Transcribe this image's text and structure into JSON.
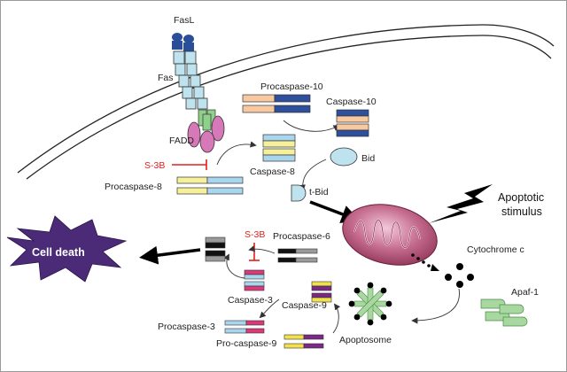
{
  "labels": {
    "fasl": "FasL",
    "fas": "Fas",
    "fadd": "FADD",
    "s3b_top": "S-3B",
    "procaspase8": "Procaspase-8",
    "procaspase10": "Procaspase-10",
    "caspase10": "Caspase-10",
    "caspase8": "Caspase-8",
    "bid": "Bid",
    "tbid": "t-Bid",
    "apoptotic_stimulus_line1": "Apoptotic",
    "apoptotic_stimulus_line2": "stimulus",
    "cell_death": "Cell death",
    "s3b_bottom": "S-3B",
    "procaspase6": "Procaspase-6",
    "cytochrome_c": "Cytochrome c",
    "apaf1": "Apaf-1",
    "caspase3": "Caspase-3",
    "caspase9": "Caspase-9",
    "procaspase3": "Procaspase-3",
    "procaspase9": "Pro-caspase-9",
    "apoptosome": "Apoptosome"
  },
  "colors": {
    "fas_receptor": "#bfe3ee",
    "fasl_ligand": "#2a4f98",
    "fadd": "#d778b8",
    "fadd_receptor_domain": "#8fd08a",
    "caspase10_light": "#f8c9a0",
    "caspase10_dark": "#2e4f9c",
    "caspase8_light": "#f6f09a",
    "caspase8_blue": "#a9d5ee",
    "bid": "#bfe3ee",
    "mitochondrion": "#b85577",
    "inhibitor_red": "#e0201c",
    "cell_death_star": "#4b2a78",
    "apoptosome_green": "#a8d8a0",
    "caspase3_pink": "#d83a7a",
    "caspase9_yellow": "#f1e14a",
    "caspase9_purple": "#7a2a86"
  }
}
